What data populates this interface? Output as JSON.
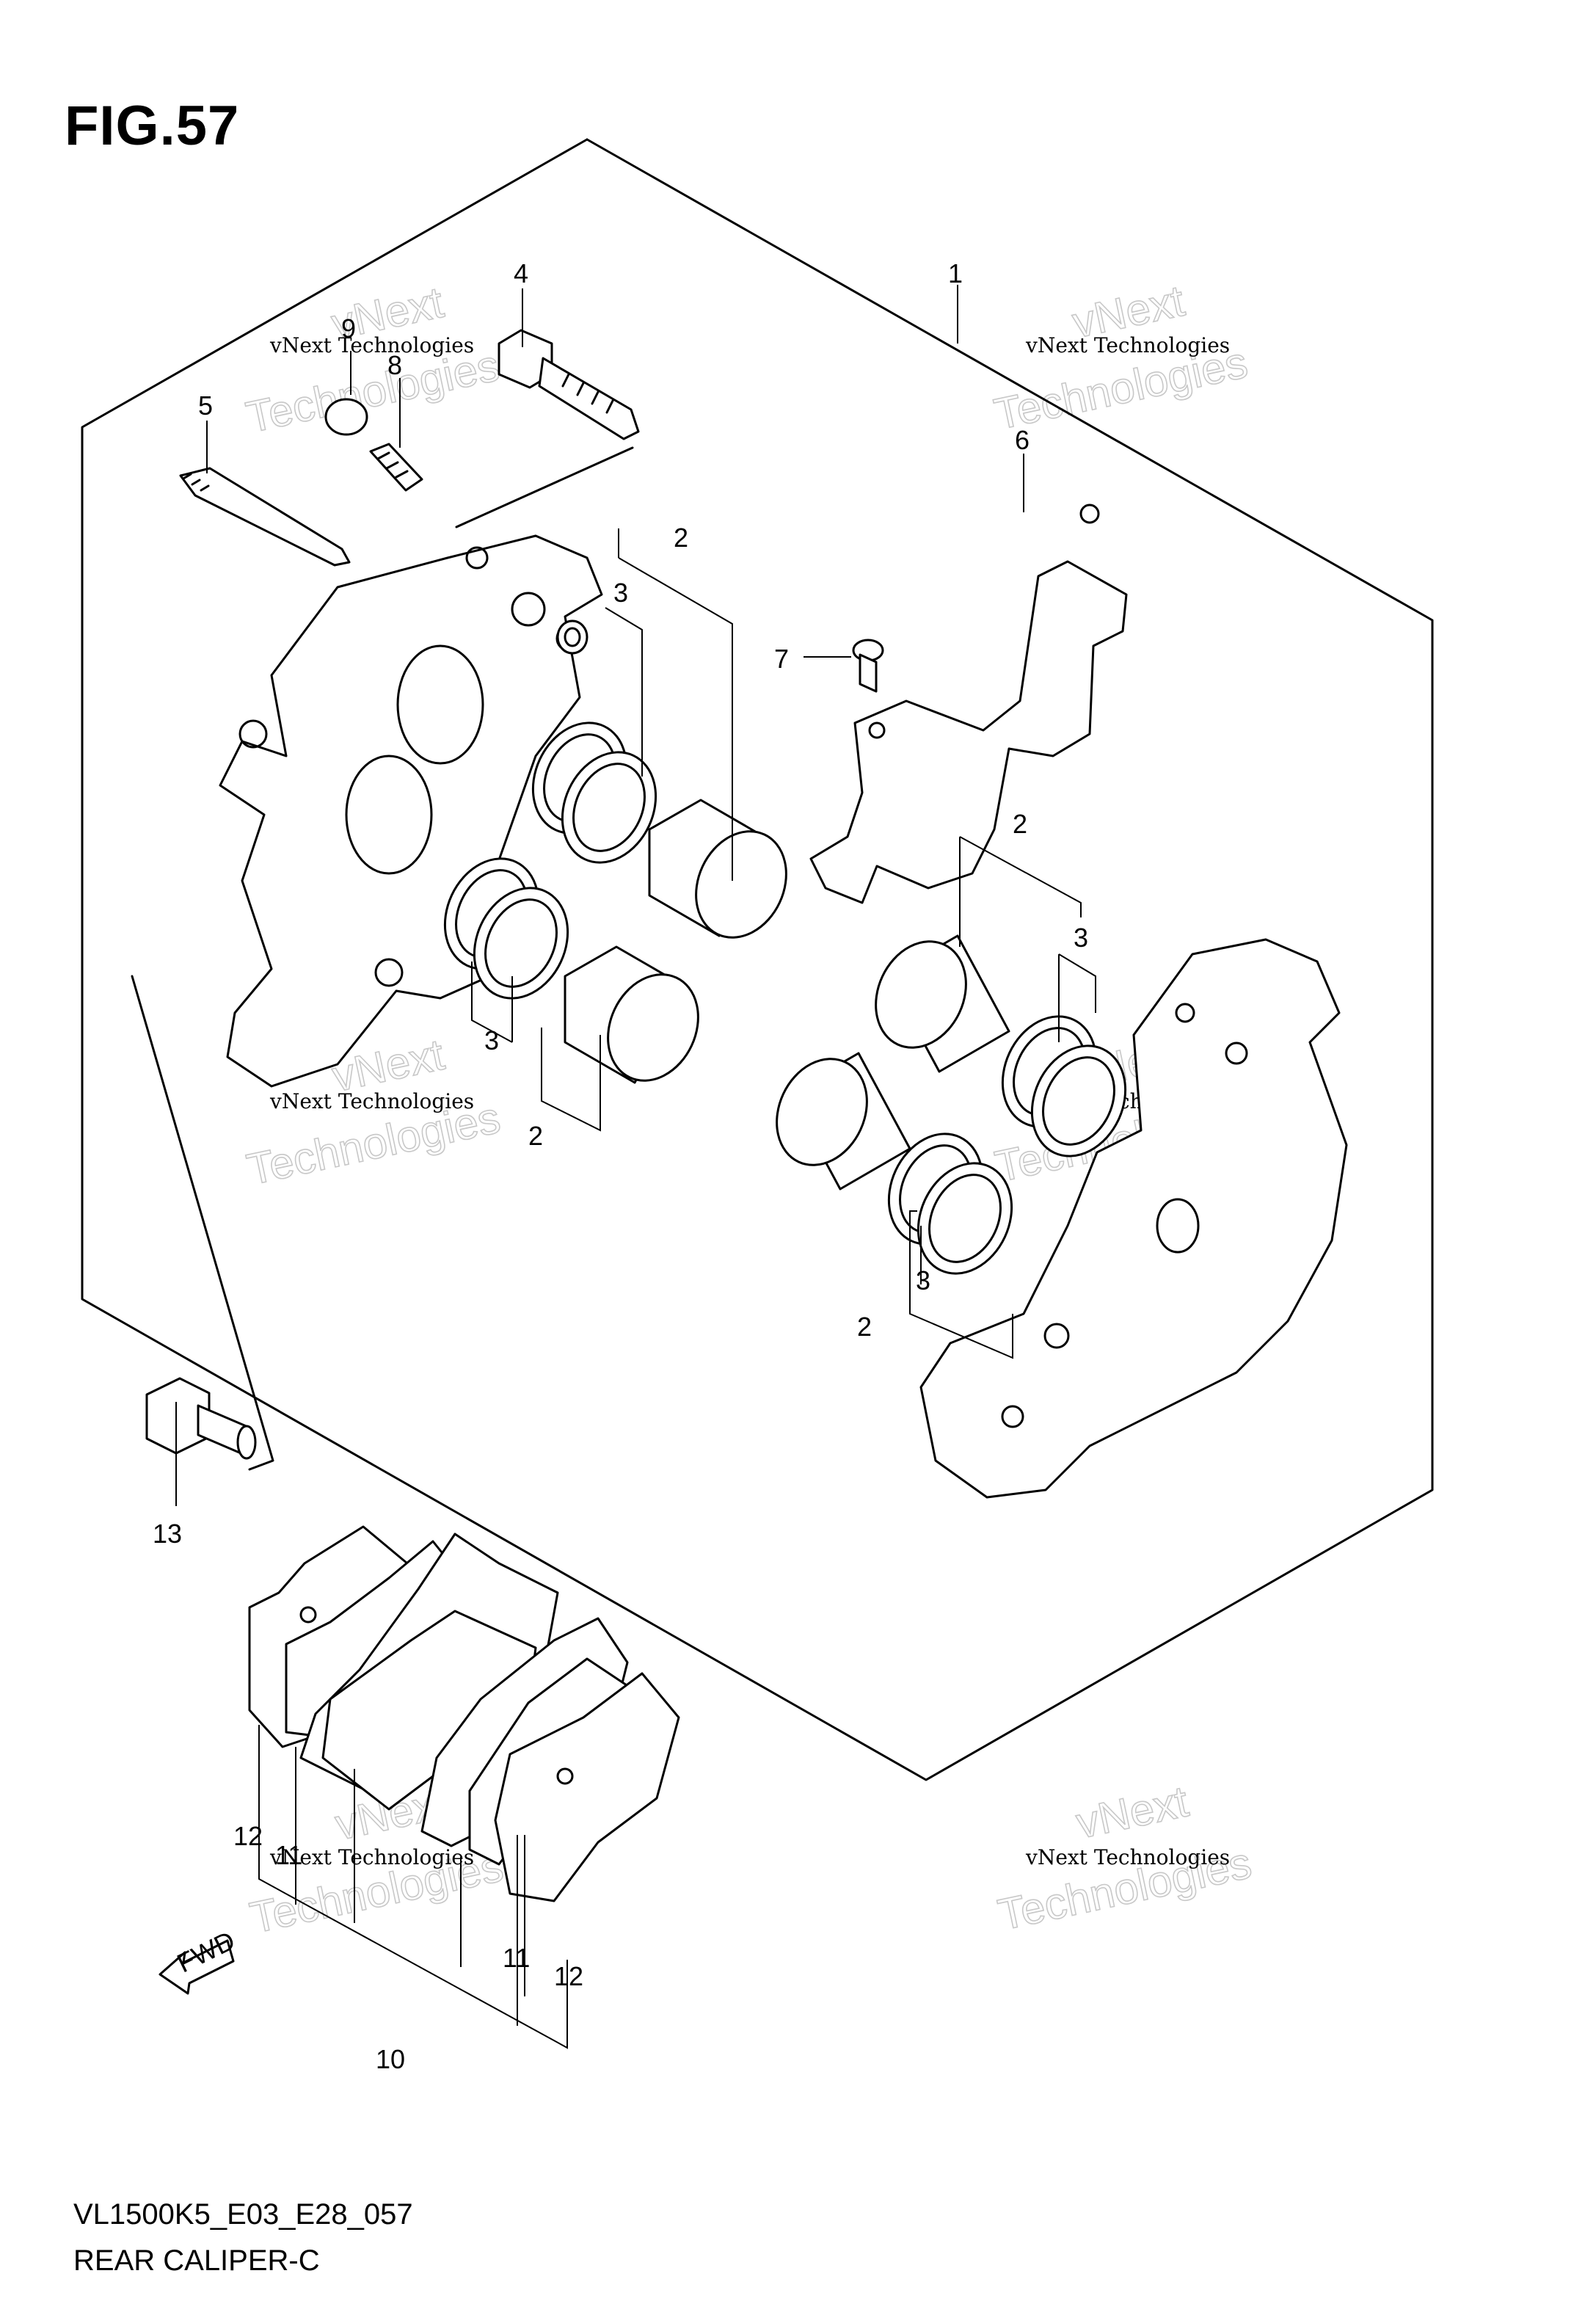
{
  "figure": {
    "title": "FIG.57",
    "model_code": "VL1500K5_E03_E28_057",
    "diagram_name": "REAR CALIPER-C"
  },
  "direction_indicator": "FWD",
  "callouts": [
    {
      "id": "c1",
      "label": "1"
    },
    {
      "id": "c2a",
      "label": "2"
    },
    {
      "id": "c3a",
      "label": "3"
    },
    {
      "id": "c3b",
      "label": "3"
    },
    {
      "id": "c2b",
      "label": "2"
    },
    {
      "id": "c2c",
      "label": "2"
    },
    {
      "id": "c3c",
      "label": "3"
    },
    {
      "id": "c3d",
      "label": "3"
    },
    {
      "id": "c2d",
      "label": "2"
    },
    {
      "id": "c4",
      "label": "4"
    },
    {
      "id": "c5",
      "label": "5"
    },
    {
      "id": "c6",
      "label": "6"
    },
    {
      "id": "c7",
      "label": "7"
    },
    {
      "id": "c8",
      "label": "8"
    },
    {
      "id": "c9",
      "label": "9"
    },
    {
      "id": "c10",
      "label": "10"
    },
    {
      "id": "c11a",
      "label": "11"
    },
    {
      "id": "c11b",
      "label": "11"
    },
    {
      "id": "c12a",
      "label": "12"
    },
    {
      "id": "c12b",
      "label": "12"
    },
    {
      "id": "c13",
      "label": "13"
    }
  ],
  "watermark": {
    "line1": "vNext Technologies",
    "line2a": "vNext",
    "line2b": "Technologies"
  }
}
